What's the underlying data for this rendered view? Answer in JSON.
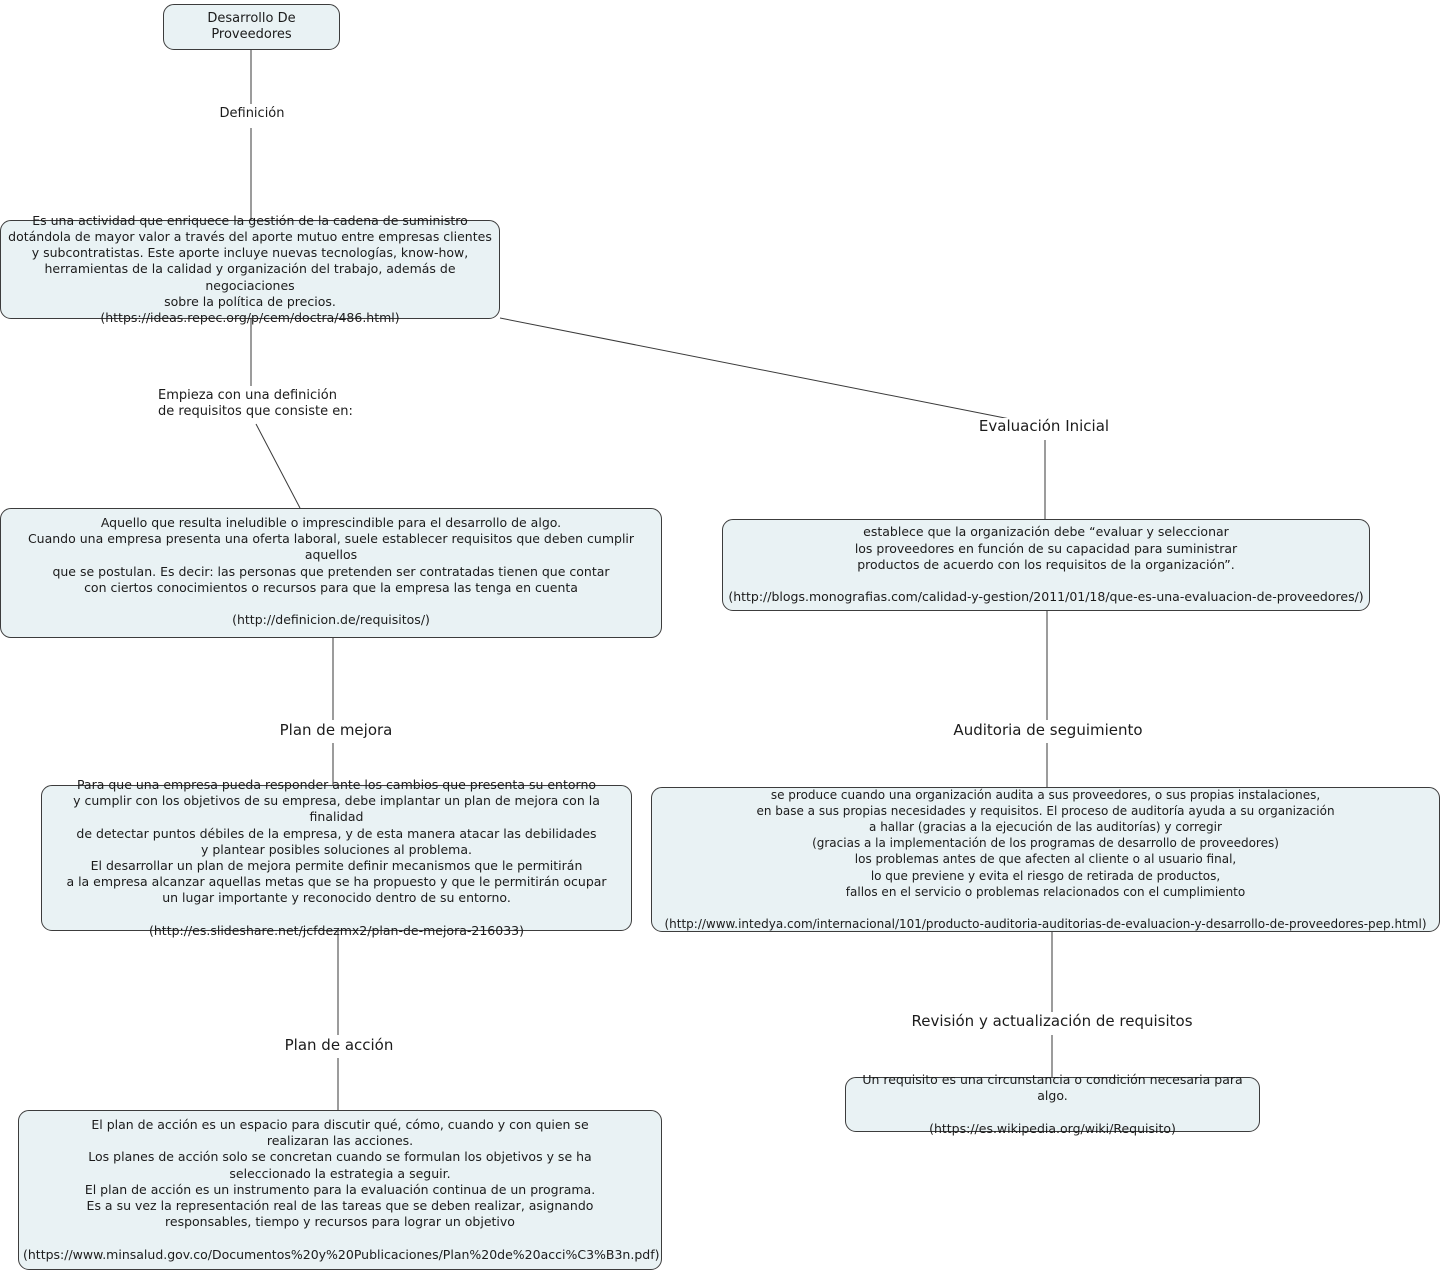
{
  "colors": {
    "node_fill": "#e9f2f4",
    "node_border": "#3c3c3c",
    "connector_line": "#3a3a3a",
    "text": "#1b1b1b",
    "background": "#ffffff"
  },
  "nodes": {
    "root": {
      "text": "Desarrollo De Proveedores"
    },
    "definition": {
      "text": "Es una actividad que enriquece la gestión de la cadena de suministro\ndotándola de mayor valor a través del aporte mutuo entre empresas clientes\ny subcontratistas. Este aporte incluye nuevas tecnologías, know-how,\nherramientas de la calidad y organización del trabajo, además de negociaciones\nsobre la política de precios.\n(https://ideas.repec.org/p/cem/doctra/486.html)"
    },
    "requisitos": {
      "text": "Aquello que resulta ineludible o imprescindible para el desarrollo de algo.\nCuando una empresa presenta una oferta laboral, suele establecer requisitos que deben cumplir aquellos\nque se postulan. Es decir: las personas que pretenden ser contratadas tienen que contar\ncon ciertos conocimientos o recursos para que la empresa las tenga en cuenta\n\n(http://definicion.de/requisitos/)"
    },
    "evaluacion": {
      "text": "establece que la organización debe “evaluar y seleccionar\nlos proveedores en función de su capacidad para suministrar\nproductos de acuerdo con los requisitos de la organización”.\n\n(http://blogs.monografias.com/calidad-y-gestion/2011/01/18/que-es-una-evaluacion-de-proveedores/)"
    },
    "plan_mejora": {
      "text": "Para que una empresa pueda responder ante los cambios que presenta su entorno\ny cumplir con los objetivos de su empresa, debe implantar un plan de mejora con la finalidad\nde detectar puntos débiles de la empresa, y de esta manera atacar las debilidades\ny plantear posibles soluciones al problema.\nEl desarrollar un plan de mejora permite definir mecanismos que le permitirán\na la empresa alcanzar aquellas metas que se ha propuesto y que le permitirán ocupar\nun lugar importante y reconocido dentro de su entorno.\n\n(http://es.slideshare.net/jcfdezmx2/plan-de-mejora-216033)"
    },
    "auditoria": {
      "text": "se produce cuando una organización audita a sus proveedores, o sus propias instalaciones,\nen base a sus propias necesidades y requisitos. El proceso de auditoría ayuda a su organización\na hallar (gracias a la ejecución de las auditorías) y corregir\n(gracias a la implementación de los programas de desarrollo de proveedores)\nlos problemas antes de que afecten al cliente o al usuario final,\nlo que previene y evita el riesgo de retirada de productos,\nfallos en el servicio o problemas relacionados con el cumplimiento\n\n(http://www.intedya.com/internacional/101/producto-auditoria-auditorias-de-evaluacion-y-desarrollo-de-proveedores-pep.html)"
    },
    "requisito": {
      "text": "Un requisito es una circunstancia o condición necesaria para algo.\n\n(https://es.wikipedia.org/wiki/Requisito)"
    },
    "plan_accion": {
      "text": "El plan de acción es un espacio para discutir qué, cómo, cuando y con quien se\nrealizaran las acciones.\nLos planes de acción solo se concretan cuando se formulan los objetivos y se ha\nseleccionado la estrategia a seguir.\nEl plan de acción es un instrumento para la evaluación continua de un programa.\nEs a su vez la representación real de las tareas que se deben realizar, asignando\nresponsables, tiempo y recursos para lograr un objetivo\n\n(https://www.minsalud.gov.co/Documentos%20y%20Publicaciones/Plan%20de%20acci%C3%B3n.pdf)"
    }
  },
  "labels": {
    "definicion": {
      "text": "Definición"
    },
    "empieza": {
      "text": "Empieza con una definición\nde requisitos que consiste en:"
    },
    "evaluacion_inicial": {
      "text": "Evaluación Inicial"
    },
    "plan_de_mejora": {
      "text": "Plan de mejora"
    },
    "auditoria_de_seguimiento": {
      "text": "Auditoria de seguimiento"
    },
    "revision_requisitos": {
      "text": "Revisión y actualización de requisitos"
    },
    "plan_de_accion": {
      "text": "Plan de acción"
    }
  }
}
